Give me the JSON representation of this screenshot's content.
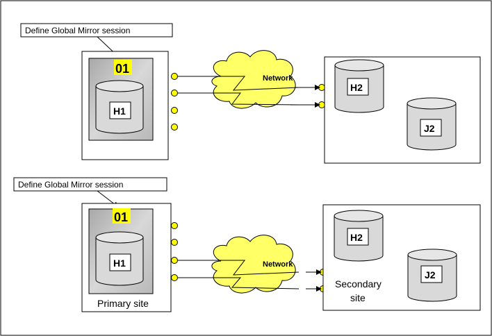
{
  "panels": [
    {
      "callout": "Define Global Mirror session",
      "session_id": "01",
      "primary": {
        "volume": "H1",
        "label": ""
      },
      "network_label": "Network",
      "secondary": {
        "volumes": [
          "H2",
          "J2"
        ],
        "label": ""
      }
    },
    {
      "callout": "Define Global Mirror session",
      "session_id": "01",
      "primary": {
        "volume": "H1",
        "label": "Primary site"
      },
      "network_label": "Network",
      "secondary": {
        "volumes": [
          "H2",
          "J2"
        ],
        "label_line1": "Secondary",
        "label_line2": "site"
      }
    }
  ],
  "colors": {
    "session_highlight": "#ffff00",
    "cloud_fill": "#ffff66",
    "cylinder_fill": "#d9d9d9",
    "gray_panel": "#c0c0c0"
  }
}
